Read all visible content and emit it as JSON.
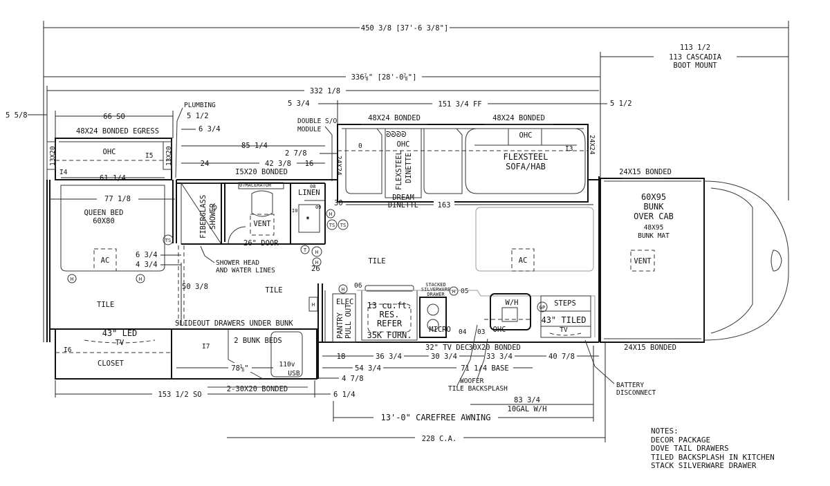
{
  "dimensions": {
    "overall_length": "450 3/8 [37'-6 3/8\"]",
    "boot_mount_a": "113 1/2",
    "boot_mount_b": "113 CASCADIA",
    "boot_mount_c": "BOOT MOUNT",
    "box_length": "336⅞\" [28'-0⅞\"]",
    "interior_length": "332 1/8",
    "left_offset": "5 5/8",
    "sofa_left_offset": "5 3/4",
    "slide_ff": "151 3/4 FF",
    "right_offset": "5 1/2",
    "plumbing": "PLUMBING",
    "plumbing_offset": "5 1/2",
    "bed_so": "66 SO",
    "bed_offset": "6 3/4",
    "bath_span": "85 1/4",
    "wall_offset": "2 7/8",
    "bed_width": "61 1/4",
    "shower_width": "24",
    "bath_width": "42 3/8",
    "linen_width": "16",
    "bed_room": "77 1/8",
    "slide_thirty": "30",
    "dinette_span": "163",
    "bed_clear_a": "6 3/4",
    "bed_clear_b": "4 3/4",
    "shower_clear": "50 3/8",
    "pantry_clear": "26",
    "kitchen_18": "18",
    "kitchen_36": "36 3/4",
    "kitchen_30": "30 3/4",
    "kitchen_33": "33 3/4",
    "kitchen_40": "40 7/8",
    "kitchen_54": "54 3/4",
    "kitchen_71": "71 1/4 BASE",
    "kitchen_4": "4 7/8",
    "kitchen_6": "6 1/4",
    "closet_so": "153 1/2 SO",
    "bunk_bonded": "2-30X20 BONDED",
    "wh_span": "83 3/4",
    "wh_label": "10GAL W/H",
    "awning": "13'-0\" CAREFREE AWNING",
    "ca": "228 C.A."
  },
  "labels": {
    "egress_window": "48X24 BONDED EGRESS",
    "side_window_left": "13X20",
    "side_window_right": "13X20",
    "ohc_bed": "OHC",
    "i5": "I5",
    "i4": "I4",
    "queen_bed": "QUEEN BED",
    "queen_size": "60X80",
    "ac_bed": "AC",
    "h1": "H",
    "h2": "H",
    "ts_bed": "TS",
    "tile_bed": "TILE",
    "tile_mid": "TILE",
    "tile_main": "TILE",
    "bath_window": "I5X20 BONDED",
    "macerator": "07MACERATOR",
    "shower_a": "FIBERGLASS",
    "shower_b": "SHOWER",
    "vent_bath": "VENT",
    "linen": "LINEN",
    "i08": "08",
    "i09": "09",
    "i10": "I0",
    "door_26": "26\" DOOR",
    "shower_head_a": "SHOWER HEAD",
    "shower_head_b": "AND WATER LINES",
    "double_module_a": "DOUBLE S/O",
    "double_module_b": "MODULE",
    "dinette_window": "48X24 BONDED",
    "sofa_window": "48X24 BONDED",
    "side_24x24_left": "24X24",
    "side_24x24_right": "24X24",
    "dinette_ohc": "OHC",
    "dinette_0": "0",
    "flexsteel_dinette_a": "FLEXSTEEL",
    "flexsteel_dinette_b": "DINETTE",
    "dream_a": "DREAM",
    "dream_b": "DINETTE",
    "sofa_ohc": "OHC",
    "sofa_a": "FLEXSTEEL",
    "sofa_b": "SOFA/HAB",
    "i3": "I3",
    "ac_main": "AC",
    "cab_window_top": "24X15 BONDED",
    "cab_window_bottom": "24X15 BONDED",
    "bunk_a": "60X95",
    "bunk_b": "BUNK",
    "bunk_c": "OVER CAB",
    "bunk_mat_a": "48X95",
    "bunk_mat_b": "BUNK MAT",
    "vent_cab": "VENT",
    "slideout_drawers": "SLIDEOUT DRAWERS UNDER BUNK",
    "tv_43": "43\" LED",
    "tv_a": "TV",
    "i6": "I6",
    "closet": "CLOSET",
    "i7": "I7",
    "bunk_beds": "2 BUNK BEDS",
    "bunk_dim": "78⅛\"",
    "v110": "110v",
    "usb": "USB",
    "h_pantry": "H",
    "h_elec": "H",
    "i06": "06",
    "elec": "ELEC",
    "pantry_a": "PANTRY",
    "pantry_b": "PULL OUT",
    "refer_a": "13 cu.ft.",
    "refer_b": "RES.",
    "refer_c": "REFER",
    "refer_d": "35K FURN.",
    "micro": "MICRO",
    "stacked_a": "STACKED",
    "stacked_b": "SILVERWARE",
    "stacked_c": "DRAWER",
    "h_05": "H",
    "i05": "05",
    "i04": "04",
    "i03": "03",
    "wh": "W/H",
    "ohc_kitchen": "OHC",
    "gp": "GP",
    "steps": "STEPS",
    "tv_43_kitchen": "43\" TILED",
    "tv_k": "TV",
    "tv_32": "32\" TV DEC",
    "kitchen_window": "30X20 BONDED",
    "woofer": "WOOFER",
    "tile_backsplash": "TILE BACKSPLASH",
    "battery_a": "BATTERY",
    "battery_b": "DISCONNECT",
    "t_sym": "T",
    "ts_a": "TS",
    "ts_b": "TS",
    "h_a": "H",
    "h_b": "H",
    "h_c": "H"
  },
  "notes": {
    "heading": "NOTES:",
    "items": [
      "DECOR PACKAGE",
      "DOVE TAIL DRAWERS",
      "TILED BACKSPLASH IN KITCHEN",
      "STACK SILVERWARE DRAWER"
    ]
  }
}
